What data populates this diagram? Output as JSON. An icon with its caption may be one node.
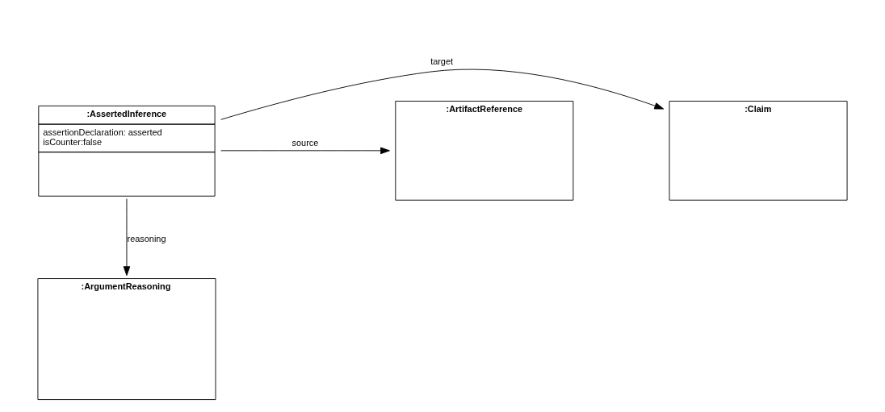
{
  "diagram": {
    "nodes": [
      {
        "text": [
          ":Claim"
        ]
      },
      {
        "text": [
          ":AssertedInference",
          "assertionDeclaration: asserted",
          "isCounter:false"
        ]
      },
      {
        "text": [
          ":ArtifactReference"
        ]
      },
      {
        "text": [
          ":ArgumentReasoning"
        ]
      }
    ],
    "edges": [
      {
        "from": 1,
        "to": 0,
        "arrow": "to",
        "label": "target"
      },
      {
        "from": 1,
        "to": 2,
        "arrow": "to",
        "label": "source"
      },
      {
        "from": 1,
        "to": 3,
        "arrow": "to",
        "label": "reasoning"
      }
    ]
  }
}
